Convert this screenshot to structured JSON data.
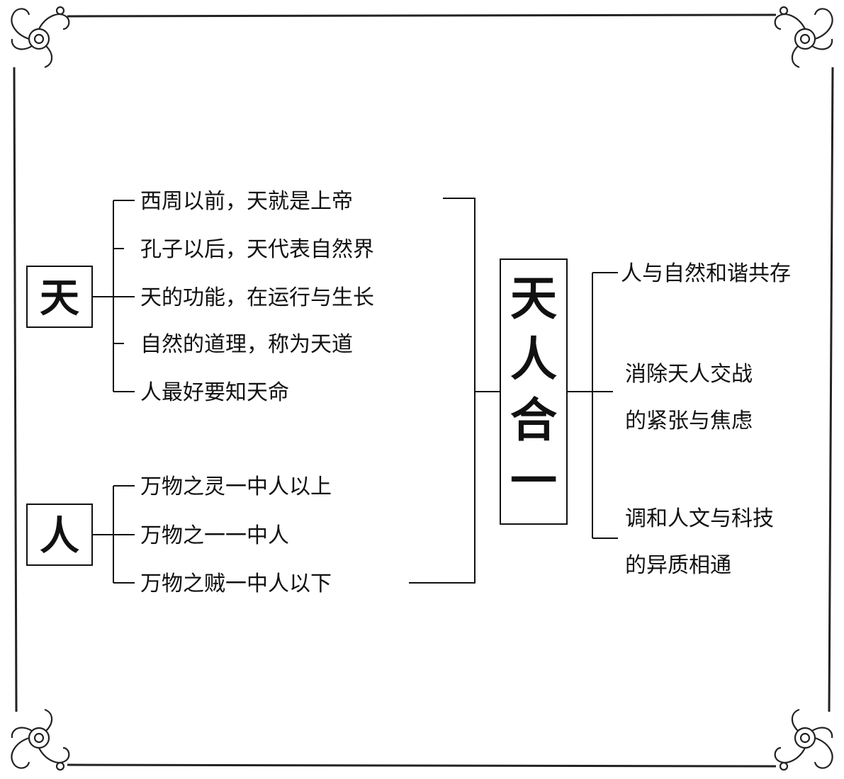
{
  "tian_label": "天",
  "tian_items": [
    "西周以前，天就是上帝",
    "孔子以后，天代表自然界",
    "天的功能，在运行与生长",
    "自然的道理，称为天道",
    "人最好要知天命"
  ],
  "ren_label": "人",
  "ren_items": [
    "万物之灵一中人以上",
    "万物之一一中人",
    "万物之贼一中人以下"
  ],
  "central_chars": [
    "天",
    "人",
    "合",
    "一"
  ],
  "results": {
    "r1": "人与自然和谐共存",
    "r2_line1": "消除天人交战",
    "r2_line2": "的紧张与焦虑",
    "r3_line1": "调和人文与科技",
    "r3_line2": "的异质相通"
  }
}
